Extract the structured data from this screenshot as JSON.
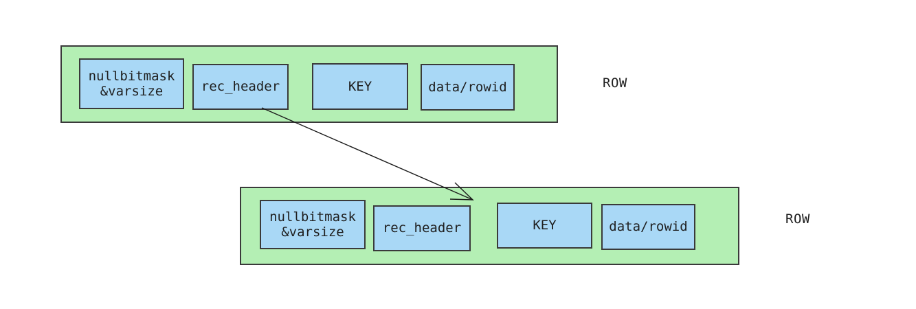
{
  "colors": {
    "row_fill": "#b4efb4",
    "cell_fill": "#a9d8f6",
    "border": "#3a3a3a",
    "text": "#1f1f1f",
    "arrow": "#1a1a1a"
  },
  "rows": [
    {
      "label": "ROW",
      "cells": [
        {
          "label": "nullbitmask\n&varsize"
        },
        {
          "label": "rec_header"
        },
        {
          "label": "KEY"
        },
        {
          "label": "data/rowid"
        }
      ]
    },
    {
      "label": "ROW",
      "cells": [
        {
          "label": "nullbitmask\n&varsize"
        },
        {
          "label": "rec_header"
        },
        {
          "label": "KEY"
        },
        {
          "label": "data/rowid"
        }
      ]
    }
  ],
  "arrow": {
    "from": "rec_header",
    "from_row": 0,
    "to_row": 1
  }
}
